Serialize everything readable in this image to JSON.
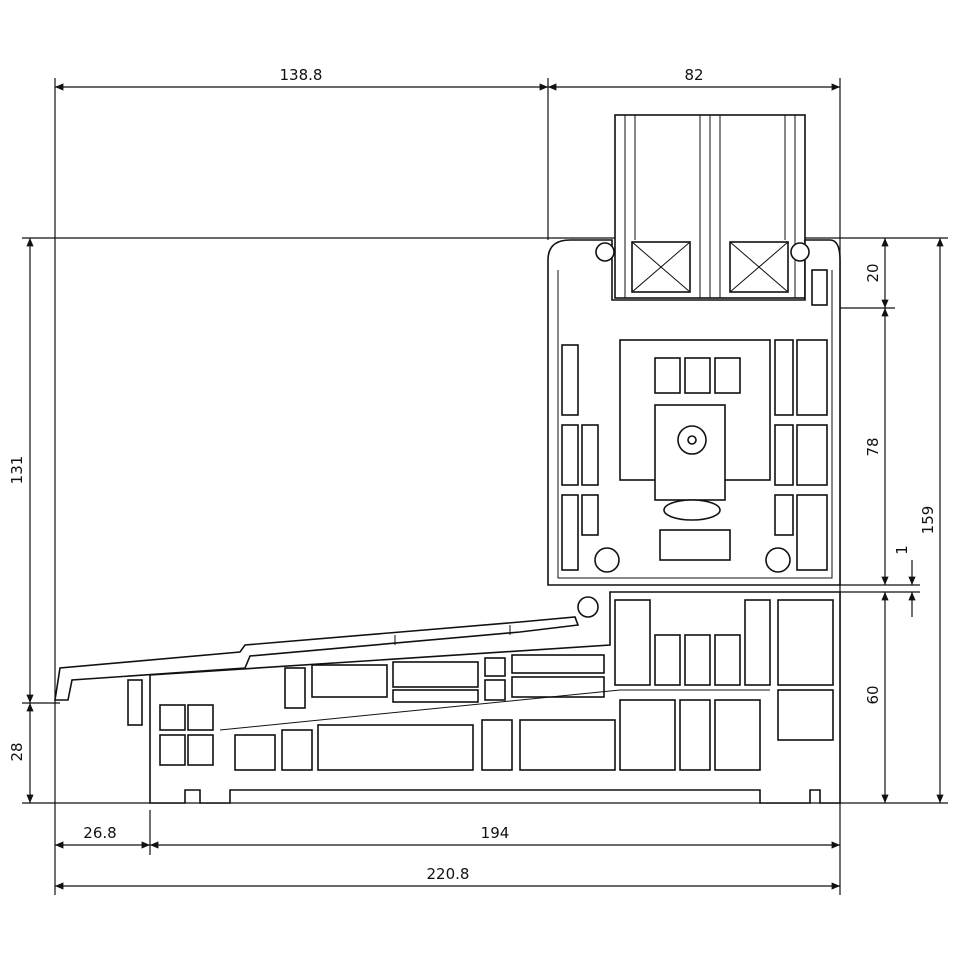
{
  "drawing": {
    "dimensions": {
      "top_left_width": "138.8",
      "top_right_width": "82",
      "right_top": "20",
      "right_middle": "78",
      "right_gap": "1",
      "right_total": "159",
      "right_bottom": "60",
      "left_height": "131",
      "left_bottom": "28",
      "bottom_left": "26.8",
      "bottom_main": "194",
      "bottom_total": "220.8"
    }
  }
}
